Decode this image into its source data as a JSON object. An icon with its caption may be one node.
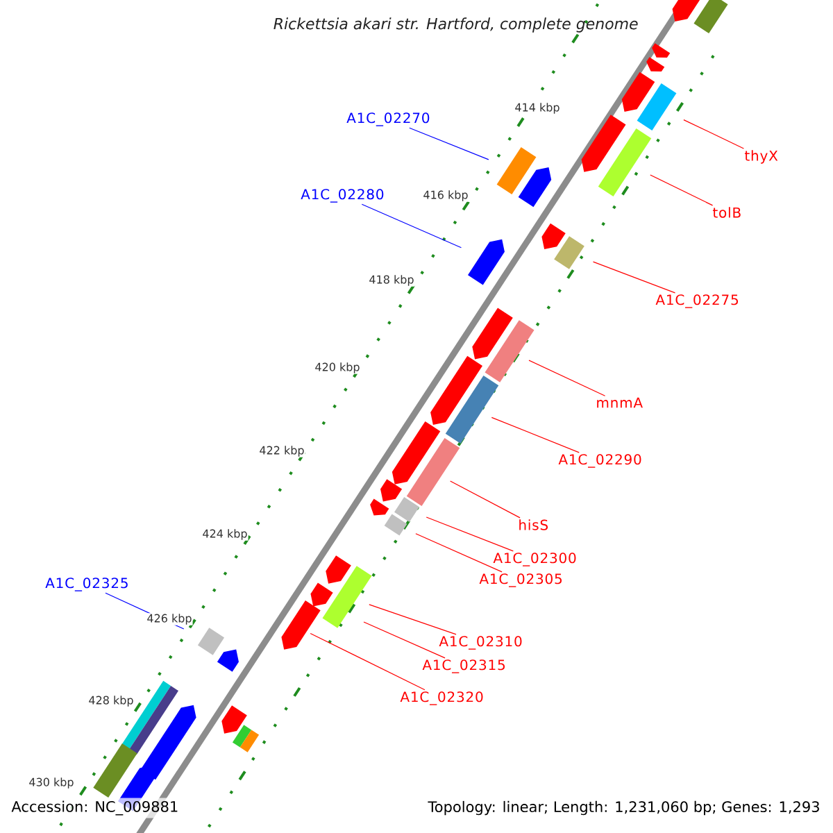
{
  "diagram": {
    "title": "*Rickettsia akari* str. Hartford, complete genome",
    "nodes": [
      {
        "text": [
          "A1C_02270"
        ]
      },
      {
        "text": [
          "thyX"
        ]
      },
      {
        "text": [
          "A1C_02280"
        ]
      },
      {
        "text": [
          "tolB"
        ]
      },
      {
        "text": [
          "A1C_02275"
        ]
      },
      {
        "text": [
          "mnmA"
        ]
      },
      {
        "text": [
          "A1C_02290"
        ]
      },
      {
        "text": [
          "hisS"
        ]
      },
      {
        "text": [
          "A1C_02300"
        ]
      },
      {
        "text": [
          "A1C_02305"
        ]
      },
      {
        "text": [
          "A1C_02325"
        ]
      },
      {
        "text": [
          "A1C_02310"
        ]
      },
      {
        "text": [
          "A1C_02315"
        ]
      },
      {
        "text": [
          "A1C_02320"
        ]
      },
      {
        "text": [],
        "shape": "pentagon"
      },
      {
        "text": [],
        "shape": "bar"
      },
      {
        "text": [],
        "shape": "pentagon"
      },
      {
        "text": [],
        "shape": "pentagon"
      },
      {
        "text": [],
        "shape": "pentagon"
      },
      {
        "text": [],
        "shape": "bar"
      },
      {
        "text": [],
        "shape": "pentagon"
      },
      {
        "text": [],
        "shape": "bar"
      },
      {
        "text": [],
        "shape": "bar"
      },
      {
        "text": [],
        "shape": "pentagon"
      },
      {
        "text": [],
        "shape": "pentagon"
      },
      {
        "text": [],
        "shape": "bar"
      },
      {
        "text": [],
        "shape": "pentagon"
      },
      {
        "text": [],
        "shape": "pentagon"
      },
      {
        "text": [],
        "shape": "bar"
      },
      {
        "text": [],
        "shape": "pentagon"
      },
      {
        "text": [],
        "shape": "bar"
      },
      {
        "text": [],
        "shape": "pentagon"
      },
      {
        "text": [],
        "shape": "bar"
      },
      {
        "text": [],
        "shape": "pentagon"
      },
      {
        "text": [],
        "shape": "pentagon"
      },
      {
        "text": [],
        "shape": "bar"
      },
      {
        "text": [],
        "shape": "bar"
      },
      {
        "text": [],
        "shape": "pentagon"
      },
      {
        "text": [],
        "shape": "pentagon"
      },
      {
        "text": [],
        "shape": "bar"
      },
      {
        "text": [],
        "shape": "pentagon"
      },
      {
        "text": [],
        "shape": "bar"
      },
      {
        "text": [],
        "shape": "pentagon"
      },
      {
        "text": [],
        "shape": "bar"
      },
      {
        "text": [],
        "shape": "pentagon"
      },
      {
        "text": [],
        "shape": "bar"
      },
      {
        "text": [],
        "shape": "pentagon"
      },
      {
        "text": [],
        "shape": "bar"
      },
      {
        "text": [],
        "shape": "pentagon"
      }
    ],
    "edges": [
      {
        "from": 0,
        "to": 22,
        "arrow": "none",
        "color": "#0000ff"
      },
      {
        "from": 1,
        "to": 19,
        "arrow": "none"
      },
      {
        "from": 2,
        "to": 26,
        "arrow": "none",
        "color": "#0000ff"
      },
      {
        "from": 3,
        "to": 21,
        "arrow": "none"
      },
      {
        "from": 4,
        "to": 25,
        "arrow": "none"
      },
      {
        "from": 5,
        "to": 28,
        "arrow": "none"
      },
      {
        "from": 6,
        "to": 30,
        "arrow": "none"
      },
      {
        "from": 7,
        "to": 32,
        "arrow": "none"
      },
      {
        "from": 8,
        "to": 35,
        "arrow": "none"
      },
      {
        "from": 9,
        "to": 36,
        "arrow": "none"
      },
      {
        "from": 10,
        "to": 41,
        "arrow": "none",
        "color": "#0000ff"
      },
      {
        "from": 11,
        "to": 39,
        "arrow": "none"
      },
      {
        "from": 12,
        "to": null,
        "arrow": "none"
      },
      {
        "from": 13,
        "to": 40,
        "arrow": "none"
      }
    ],
    "labels": [
      "414 kbp",
      "416 kbp",
      "418 kbp",
      "420 kbp",
      "422 kbp",
      "424 kbp",
      "426 kbp",
      "428 kbp",
      "430 kbp",
      "Accession: NC_009881",
      "Topology: linear; Length: 1,231,060 bp; Genes: 1,293"
    ]
  }
}
